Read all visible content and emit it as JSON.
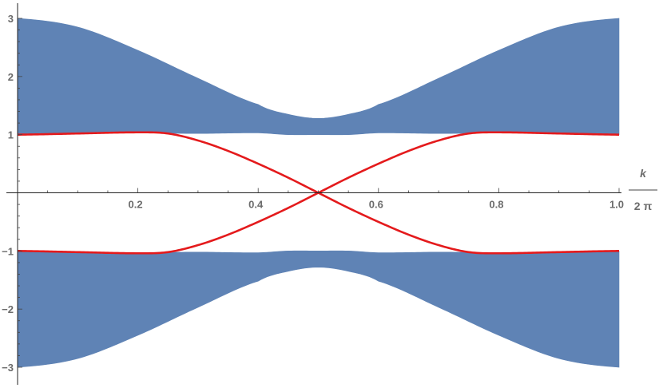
{
  "chart_data": {
    "type": "area",
    "title": "",
    "xlabel": {
      "numerator": "k",
      "denominator": "2 π"
    },
    "ylabel": "",
    "xlim": [
      0,
      1
    ],
    "ylim": [
      -3,
      3
    ],
    "x_ticks": [
      0.2,
      0.4,
      0.6,
      0.8,
      1.0
    ],
    "x_tick_labels": [
      "0.2",
      "0.4",
      "0.6",
      "0.8",
      "1.0"
    ],
    "y_ticks": [
      -3,
      -2,
      -1,
      1,
      2,
      3
    ],
    "y_tick_labels": [
      "−3",
      "−2",
      "−1",
      "1",
      "2",
      "3"
    ],
    "grid": false,
    "band_color": "#5f83b5",
    "edge_color": "#e41a1c",
    "bands": [
      {
        "x": [
          0,
          0.1,
          0.2,
          0.3,
          0.4,
          0.45,
          0.5,
          0.55,
          0.6,
          0.7,
          0.8,
          0.9,
          1.0
        ],
        "lower": [
          1.0,
          1.03,
          1.03,
          1.02,
          1.03,
          1.0,
          1.0,
          1.0,
          1.03,
          1.02,
          1.03,
          1.03,
          1.0
        ],
        "upper": [
          3.0,
          2.85,
          2.45,
          1.97,
          1.52,
          1.35,
          1.28,
          1.35,
          1.52,
          1.97,
          2.45,
          2.85,
          3.0
        ]
      },
      {
        "x": [
          0,
          0.1,
          0.2,
          0.3,
          0.4,
          0.45,
          0.5,
          0.55,
          0.6,
          0.7,
          0.8,
          0.9,
          1.0
        ],
        "lower": [
          -3.0,
          -2.85,
          -2.45,
          -1.97,
          -1.52,
          -1.35,
          -1.28,
          -1.35,
          -1.52,
          -1.97,
          -2.45,
          -2.85,
          -3.0
        ],
        "upper": [
          -1.0,
          -1.03,
          -1.03,
          -1.02,
          -1.03,
          -1.0,
          -1.0,
          -1.0,
          -1.03,
          -1.02,
          -1.03,
          -1.03,
          -1.0
        ]
      }
    ],
    "series": [
      {
        "x": [
          0,
          0.1,
          0.2,
          0.25,
          0.3,
          0.35,
          0.4,
          0.45,
          0.5,
          0.55,
          0.6,
          0.65,
          0.7,
          0.75,
          0.8,
          0.9,
          1.0
        ],
        "y": [
          1.0,
          1.02,
          1.04,
          1.02,
          0.9,
          0.72,
          0.5,
          0.26,
          0.0,
          -0.26,
          -0.5,
          -0.72,
          -0.9,
          -1.02,
          -1.04,
          -1.02,
          -1.0
        ]
      },
      {
        "x": [
          0,
          0.1,
          0.2,
          0.25,
          0.3,
          0.35,
          0.4,
          0.45,
          0.5,
          0.55,
          0.6,
          0.65,
          0.7,
          0.75,
          0.8,
          0.9,
          1.0
        ],
        "y": [
          -1.0,
          -1.02,
          -1.04,
          -1.02,
          -0.9,
          -0.72,
          -0.5,
          -0.26,
          0.0,
          0.26,
          0.5,
          0.72,
          0.9,
          1.02,
          1.04,
          1.02,
          1.0
        ]
      }
    ]
  }
}
